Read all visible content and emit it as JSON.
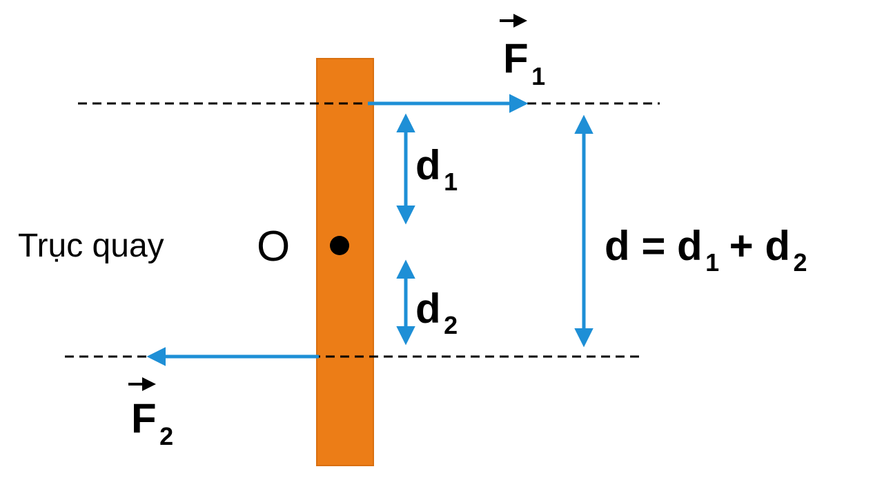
{
  "diagram": {
    "labels": {
      "axis": "Trục quay",
      "pivot": "O",
      "f1_main": "F",
      "f1_sub": "1",
      "f2_main": "F",
      "f2_sub": "2",
      "d1_main": "d",
      "d1_sub": "1",
      "d2_main": "d",
      "d2_sub": "2",
      "sum_main": "d = d",
      "sum_sub1": "1",
      "sum_mid": "+ d",
      "sum_sub2": "2"
    },
    "colors": {
      "bar_orange": "#EC7D17",
      "arrow_blue": "#1E8FD6",
      "line_black": "#000000",
      "background": "#FFFFFF"
    }
  }
}
